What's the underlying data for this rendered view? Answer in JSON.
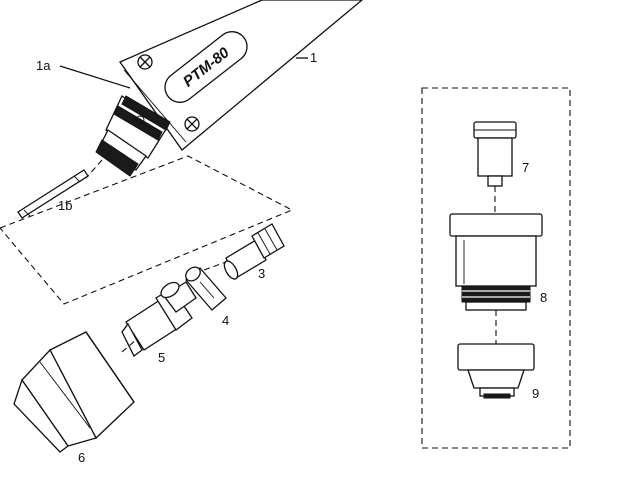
{
  "torch_label": "PTM-80",
  "callouts": {
    "part_1": "1",
    "part_1a": "1a",
    "part_1b": "1b",
    "part_3": "3",
    "part_4": "4",
    "part_5": "5",
    "part_6": "6",
    "part_7": "7",
    "part_8": "8",
    "part_9": "9"
  }
}
